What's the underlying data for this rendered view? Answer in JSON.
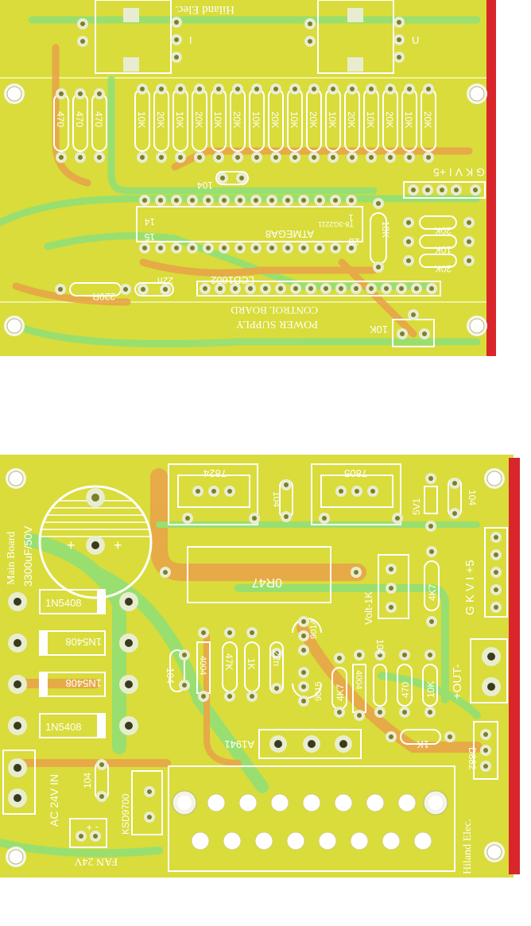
{
  "colors": {
    "board": "#d9dc3a",
    "board_dark": "#c9cd2c",
    "trace_green": "#8fe07a",
    "trace_orange": "#e9a24a",
    "edge_red": "#d8262a",
    "silkscreen": "#ffffff",
    "pad": "#e9edd0"
  },
  "control_board": {
    "vendor_mark": "Hiland Elec.",
    "label_i": "I",
    "label_u": "U",
    "resistors_470": [
      "470",
      "470",
      "470"
    ],
    "resistor_bank": [
      "10K",
      "20K",
      "10K",
      "20K",
      "10K",
      "20K",
      "10K",
      "20K",
      "10K",
      "20K",
      "10K",
      "20K",
      "10K",
      "20K",
      "10K",
      "20K"
    ],
    "cap_104": "104",
    "header_label": "G K V I +5",
    "mcu_name": "ATMEGA8",
    "mcu_code": "T8-3G2211",
    "pin_14": "14",
    "pin_15": "15",
    "pin_1": "1",
    "pin_28": "28",
    "pot_10k": "10K",
    "side_resistors": [
      "20K",
      "10K",
      "20K"
    ],
    "lcd_label": "LCD1602",
    "cap_22n": "22n",
    "res_220r": "220R",
    "title_line1": "CONTROL BOARD",
    "title_line2": "POWER SUPPLY",
    "trimmer_10k": "10K"
  },
  "main_board": {
    "capacitor": "3300uF/50V",
    "board_name": "Main Board",
    "reg_7824": "7824",
    "reg_7805": "7805",
    "cap_104_top": "104",
    "zener": "5V1",
    "cap_104_right": "104",
    "shunt": "0R47",
    "header_label": "G K V I +5",
    "diodes": [
      "1N5408",
      "1N5408",
      "1N5408",
      "1N5408"
    ],
    "volt_pot": "Volt-1K",
    "res_4k7_top": "4K7",
    "cap_104_mid": "104",
    "ic_4004_left": "4004",
    "res_47k": "47K",
    "res_1k": "1K",
    "cap_22n": "22n",
    "q_9014": "9014",
    "q_9015": "9015",
    "res_4k7": "4K7",
    "ic_4004_right": "4004",
    "cap_104_b": "104",
    "res_470": "470",
    "res_10k": "10K",
    "out_label": "+OUT-",
    "res_1k_b": "1K",
    "transistor": "A1941",
    "driver": "D882",
    "input_label": "AC 24V IN",
    "cap_104_in": "104",
    "bridge": "KSD9700",
    "vendor_mark": "Hiland Elec.",
    "fan_label": "FAN 24V",
    "fan_polarity": "- +"
  }
}
